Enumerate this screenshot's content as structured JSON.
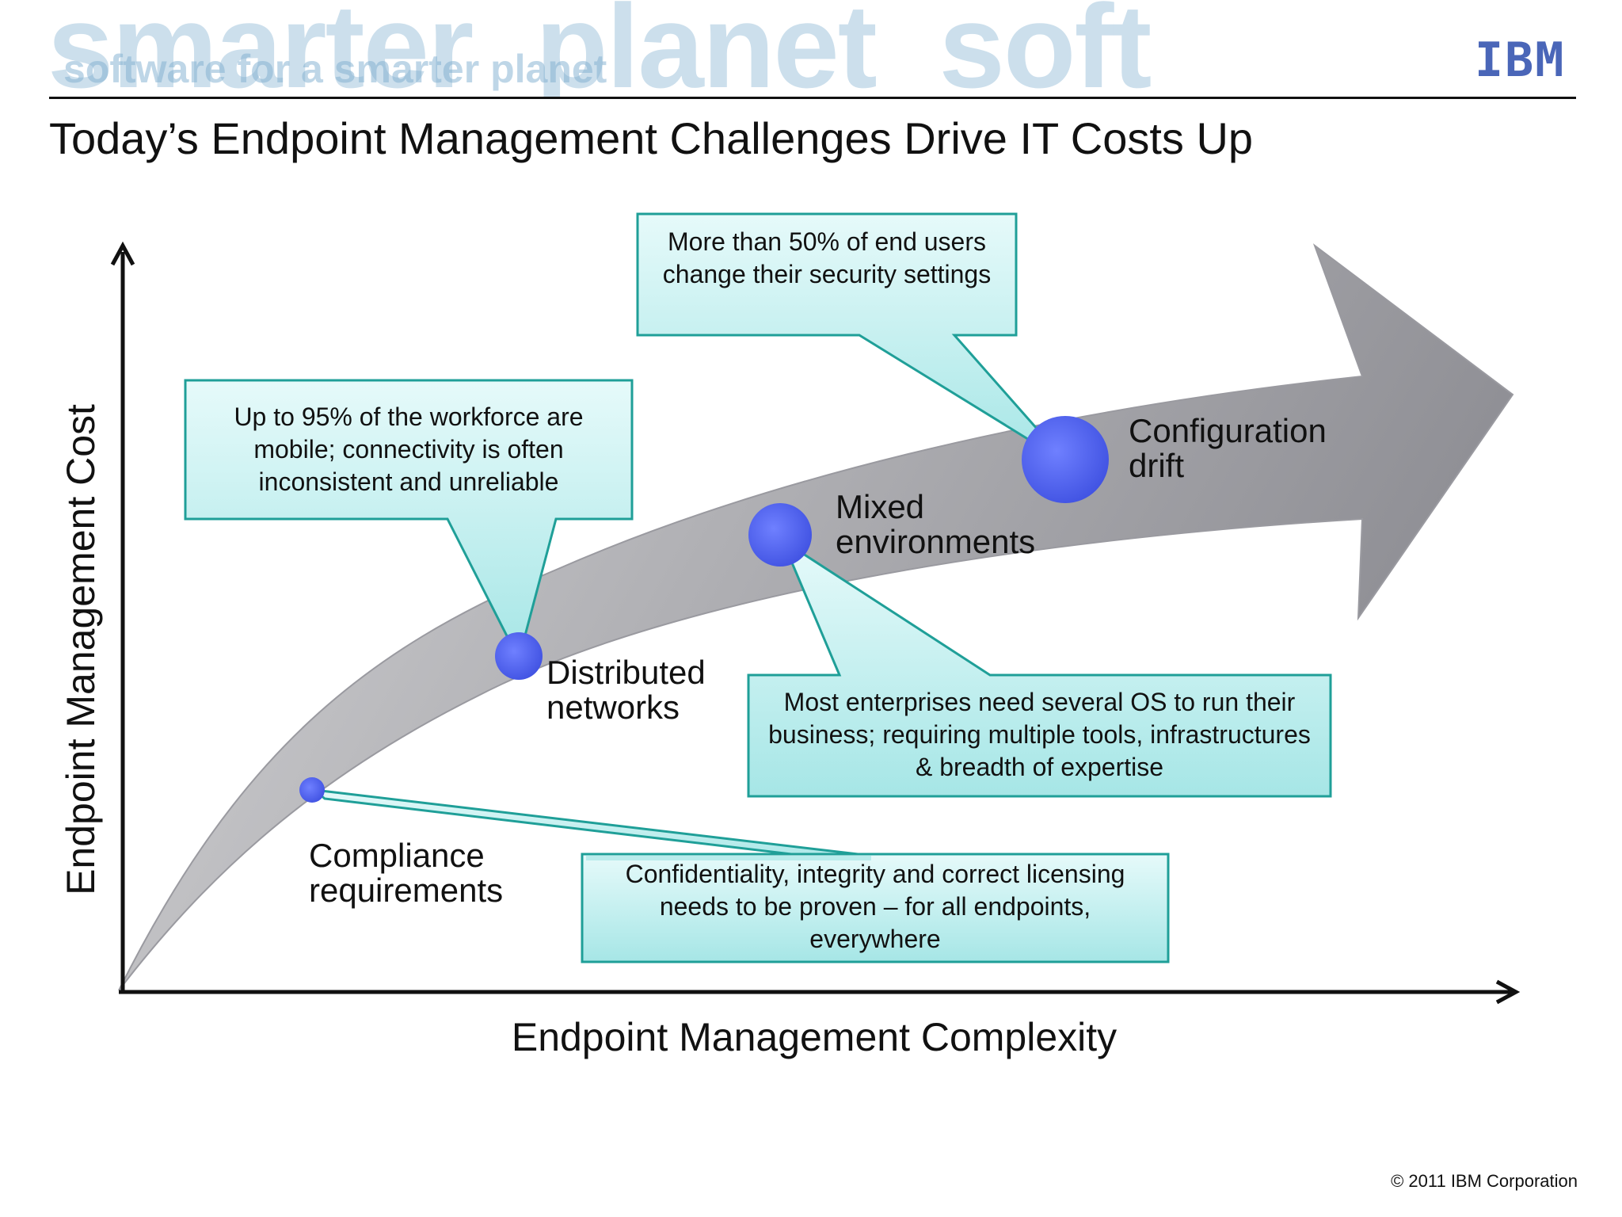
{
  "header": {
    "watermark_words": [
      "smarter",
      "planet",
      "soft"
    ],
    "watermark_tagline": "software for a smarter planet",
    "logo_text": "IBM"
  },
  "page": {
    "title": "Today’s Endpoint Management Challenges Drive IT Costs Up"
  },
  "axes": {
    "y_label": "Endpoint Management Cost",
    "x_label": "Endpoint Management Complexity"
  },
  "points": [
    {
      "label": "Compliance\nrequirements"
    },
    {
      "label": "Distributed\nnetworks"
    },
    {
      "label": "Mixed\nenvironments"
    },
    {
      "label": "Configuration\ndrift"
    }
  ],
  "callouts": [
    {
      "text": "Confidentiality, integrity and correct licensing needs to be proven – for all endpoints, everywhere"
    },
    {
      "text": "Up to 95% of the workforce are mobile; connectivity is often inconsistent and unreliable"
    },
    {
      "text": "Most enterprises need several OS to run their business; requiring multiple tools, infrastructures & breadth of expertise"
    },
    {
      "text": "More than 50% of end users change their security settings"
    }
  ],
  "colors": {
    "callout_fill": "#b9ecec",
    "callout_border": "#1f9f98",
    "dot_color": "#4a5ff0",
    "arrow_fill": "#a9a9ad"
  },
  "footer": {
    "copyright": "© 2011 IBM Corporation"
  }
}
